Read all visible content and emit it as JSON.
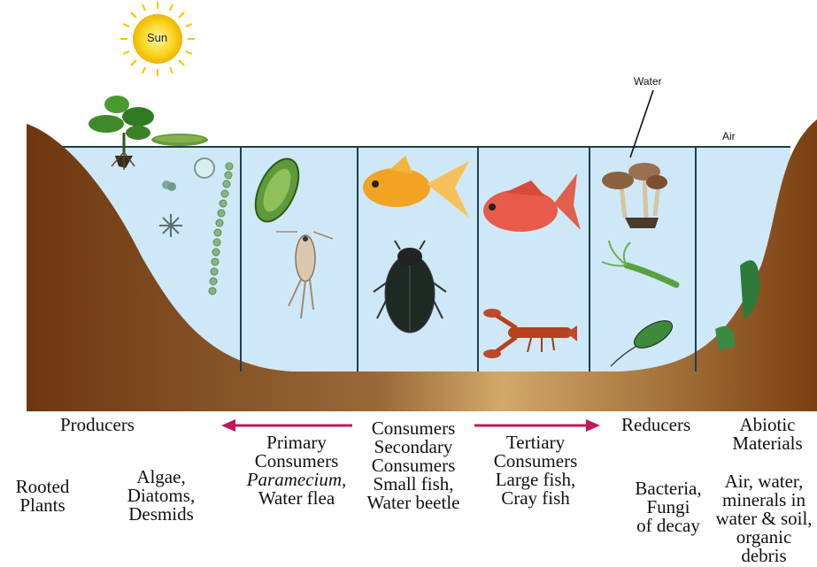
{
  "scene_labels": {
    "sun": "Sun",
    "water": "Water",
    "air": "Air"
  },
  "groups": {
    "producers": "Producers",
    "primary": [
      "Primary",
      "Consumers"
    ],
    "primary_example_italic": "Paramecium,",
    "primary_example": "Water flea",
    "consumers_heading": "Consumers",
    "secondary": [
      "Secondary",
      "Consumers",
      "Small fish,",
      "Water beetle"
    ],
    "tertiary": [
      "Tertiary",
      "Consumers",
      "Large fish,",
      "Cray fish"
    ],
    "reducers": "Reducers",
    "reducers_examples": [
      "Bacteria,",
      "Fungi",
      "of decay"
    ],
    "abiotic": [
      "Abiotic",
      "Materials"
    ],
    "abiotic_examples": [
      "Air, water,",
      "minerals in",
      "water & soil,",
      "organic",
      "debris"
    ],
    "rooted": [
      "Rooted",
      "Plants"
    ],
    "algae": [
      "Algae,",
      "Diatoms,",
      "Desmids"
    ]
  },
  "colors": {
    "water": "#cfe8f7",
    "soil_dark": "#7a3f12",
    "soil_light": "#c89a5a",
    "arrow": "#c2185b",
    "divider": "#1c3f4f",
    "sun": "#f7d21a"
  },
  "icons": [
    "sun-icon",
    "rooted-plant-icon",
    "algae-mat-icon",
    "diatom-icon",
    "desmid-chain-icon",
    "paramecium-icon",
    "water-flea-icon",
    "goldfish-icon",
    "water-beetle-icon",
    "red-fish-icon",
    "crayfish-icon",
    "mushroom-icon",
    "hydra-icon",
    "bacterium-icon",
    "seaweed-icon"
  ]
}
